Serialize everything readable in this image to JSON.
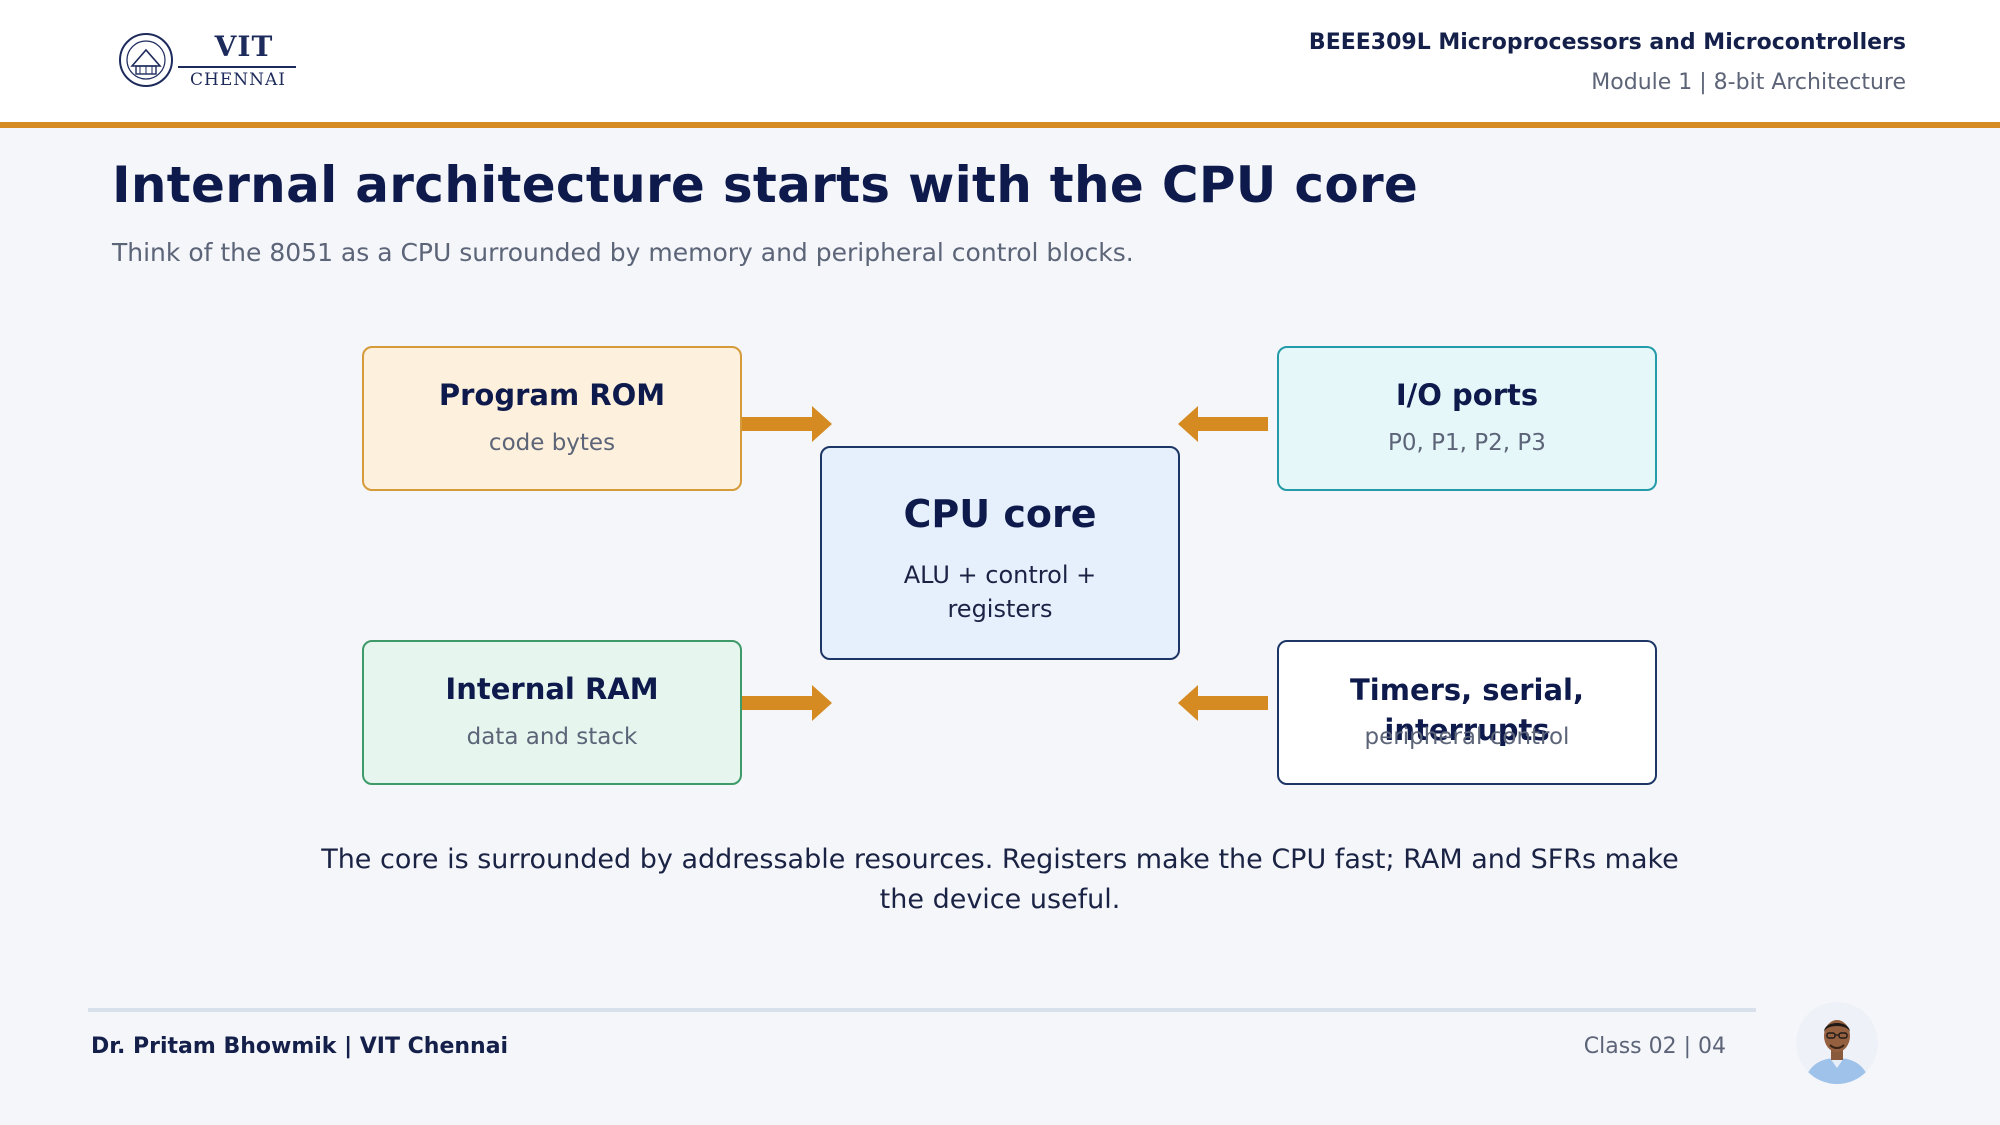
{
  "header": {
    "logo": {
      "name": "VIT",
      "campus": "CHENNAI"
    },
    "course_title": "BEEE309L Microprocessors and Microcontrollers",
    "module": "Module 1 | 8-bit Architecture"
  },
  "slide": {
    "title": "Internal architecture starts with the CPU core",
    "subtitle": "Think of the 8051 as a CPU surrounded by memory and peripheral control blocks."
  },
  "diagram": {
    "center": {
      "title": "CPU core",
      "subtitle": "ALU + control + registers"
    },
    "blocks": [
      {
        "id": "program-rom",
        "title": "Program ROM",
        "subtitle": "code bytes"
      },
      {
        "id": "io-ports",
        "title": "I/O ports",
        "subtitle": "P0, P1, P2, P3"
      },
      {
        "id": "internal-ram",
        "title": "Internal RAM",
        "subtitle": "data and stack"
      },
      {
        "id": "timers",
        "title": "Timers, serial, interrupts",
        "subtitle": "peripheral control"
      }
    ],
    "arrow_color": "#d68a22"
  },
  "caption": "The core is surrounded by addressable resources. Registers make the CPU fast; RAM and SFRs make the device useful.",
  "footer": {
    "author": "Dr. Pritam Bhowmik | VIT Chennai",
    "class_info": "Class 02  |  04"
  },
  "colors": {
    "accent": "#d68a22",
    "title": "#0d1a4b",
    "background": "#f4f6fa"
  }
}
